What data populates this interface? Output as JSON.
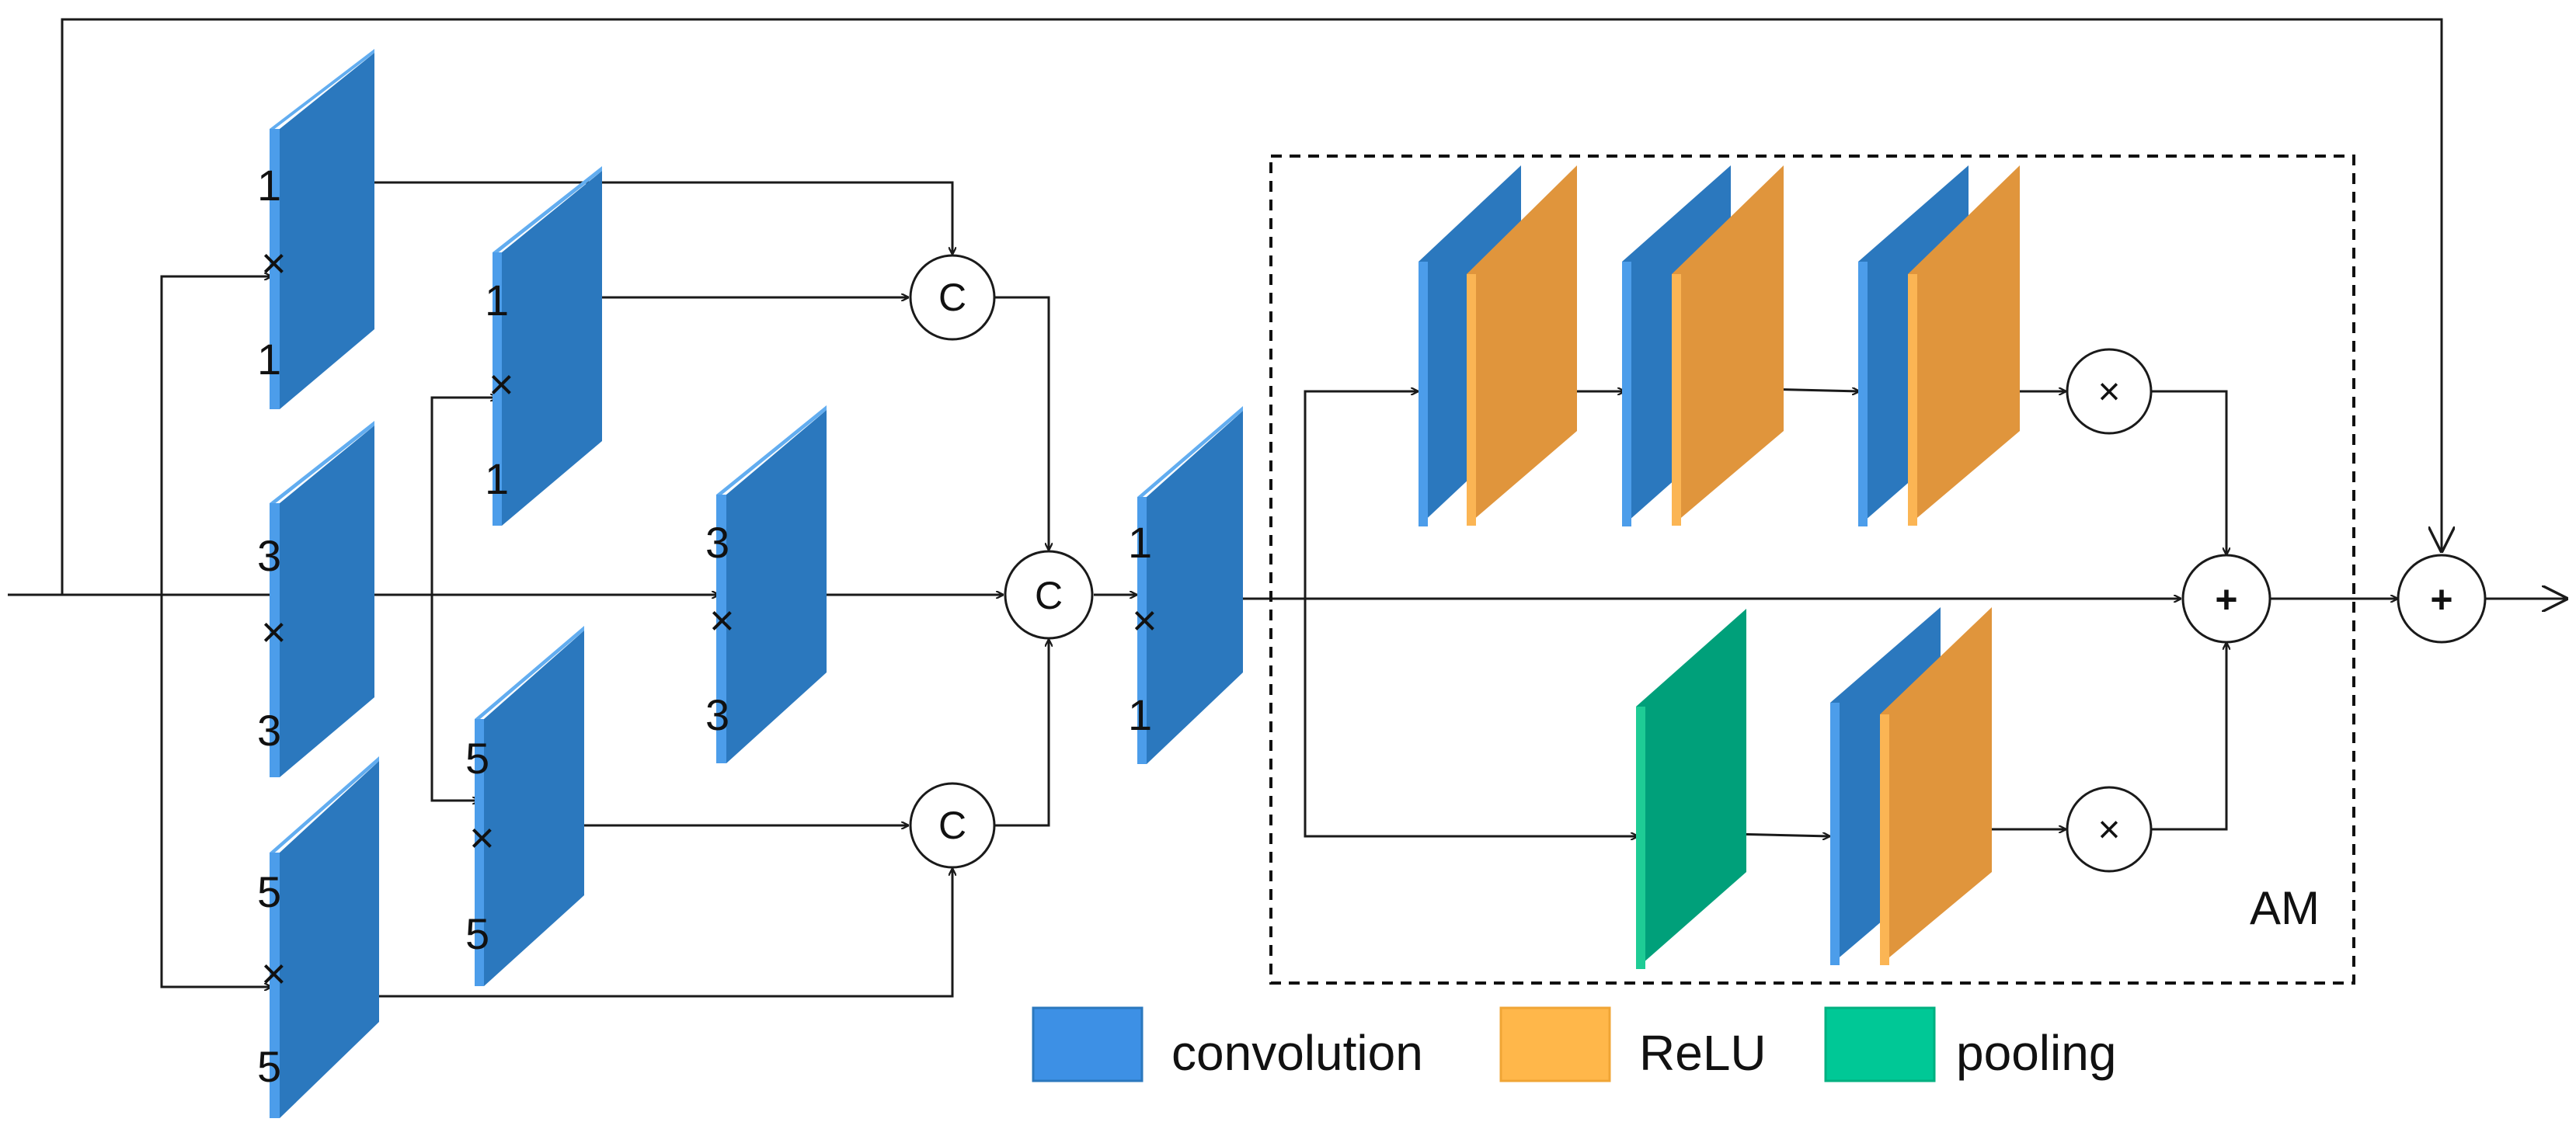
{
  "colors": {
    "convolution_face": "#2B78BE",
    "convolution_side": "#4C9DEA",
    "convolution_top": "#62ADF0",
    "relu_face": "#E0953C",
    "relu_side": "#FBB554",
    "relu_top": "#FFC46A",
    "pooling_face": "#00A07A",
    "pooling_side": "#1ECC95",
    "pooling_top": "#2FD8A3",
    "legend_convolution": "#3D90E5",
    "legend_relu": "#FFB74A",
    "legend_pooling": "#00C896",
    "line": "#1a1a1a"
  },
  "blocks": {
    "b1": {
      "top": "1",
      "mid": "×",
      "bottom": "1"
    },
    "b2": {
      "top": "3",
      "mid": "×",
      "bottom": "3"
    },
    "b3": {
      "top": "5",
      "mid": "×",
      "bottom": "5"
    },
    "b4": {
      "top": "1",
      "mid": "×",
      "bottom": "1"
    },
    "b5": {
      "top": "5",
      "mid": "×",
      "bottom": "5"
    },
    "b6": {
      "top": "3",
      "mid": "×",
      "bottom": "3"
    },
    "b7": {
      "top": "1",
      "mid": "×",
      "bottom": "1"
    }
  },
  "operators": {
    "concat": "C",
    "multiply": "×",
    "add": "+"
  },
  "am_label": "AM",
  "legend": {
    "convolution": "convolution",
    "relu": "ReLU",
    "pooling": "pooling"
  }
}
